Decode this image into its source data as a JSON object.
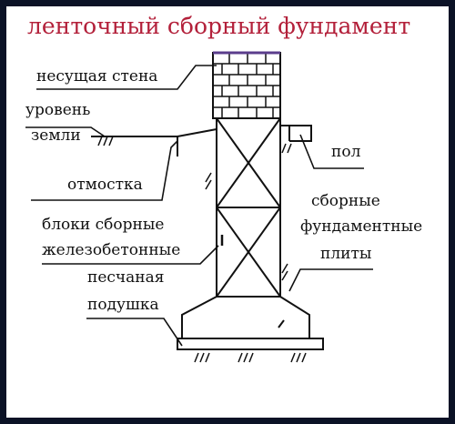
{
  "title": "ленточный сборный фундамент",
  "labels": {
    "wall": "несущая стена",
    "ground_level_1": "уровень",
    "ground_level_2": "земли",
    "floor": "пол",
    "blind_area": "отмостка",
    "prefab_slabs_1": "сборные",
    "prefab_slabs_2": "фундаментные",
    "prefab_slabs_3": "плиты",
    "blocks_1": "блоки сборные",
    "blocks_2": "железобетонные",
    "sand_cushion_1": "песчаная",
    "sand_cushion_2": "подушка"
  },
  "colors": {
    "title": "#b3203a",
    "frame": "#0b1226",
    "wall_top": "#5b3d8c",
    "ink": "#111111"
  }
}
